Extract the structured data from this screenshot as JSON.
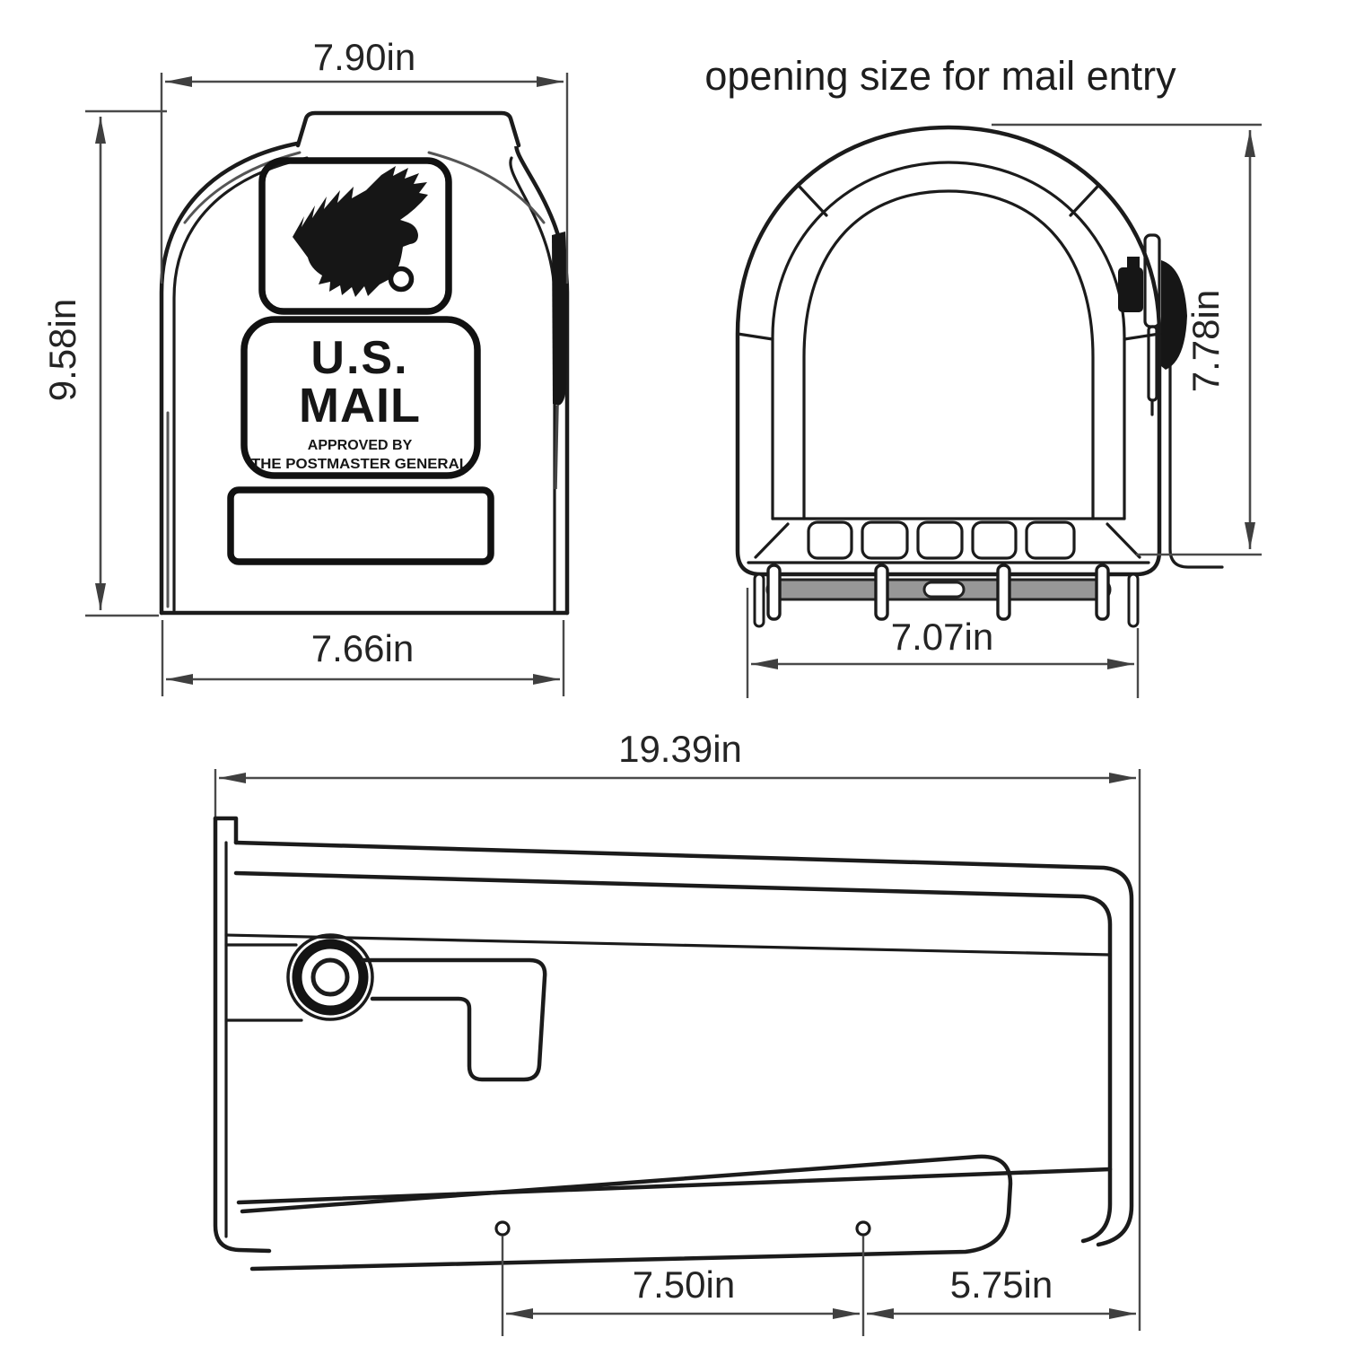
{
  "drawing": {
    "kind": "mailbox dimension drawing",
    "front_view": {
      "dim_top_width": "7.90in",
      "dim_height": "9.58in",
      "dim_bottom_width": "7.66in",
      "plate": {
        "line1": "U.S.",
        "line2": "MAIL",
        "line3": "APPROVED BY",
        "line4": "THE POSTMASTER GENERAL"
      }
    },
    "open_view": {
      "title": "opening size for mail entry",
      "dim_opening_height": "7.78in",
      "dim_opening_width": "7.07in"
    },
    "side_view": {
      "dim_length": "19.39in",
      "dim_hole_spacing": "7.50in",
      "dim_hole_to_edge": "5.75in"
    },
    "colors": {
      "line": "#1b1b1b",
      "dimension": "#4a4a4a",
      "text": "#242424",
      "dark_fill": "#161616",
      "bar_gray": "#979797",
      "background": "#ffffff"
    }
  }
}
